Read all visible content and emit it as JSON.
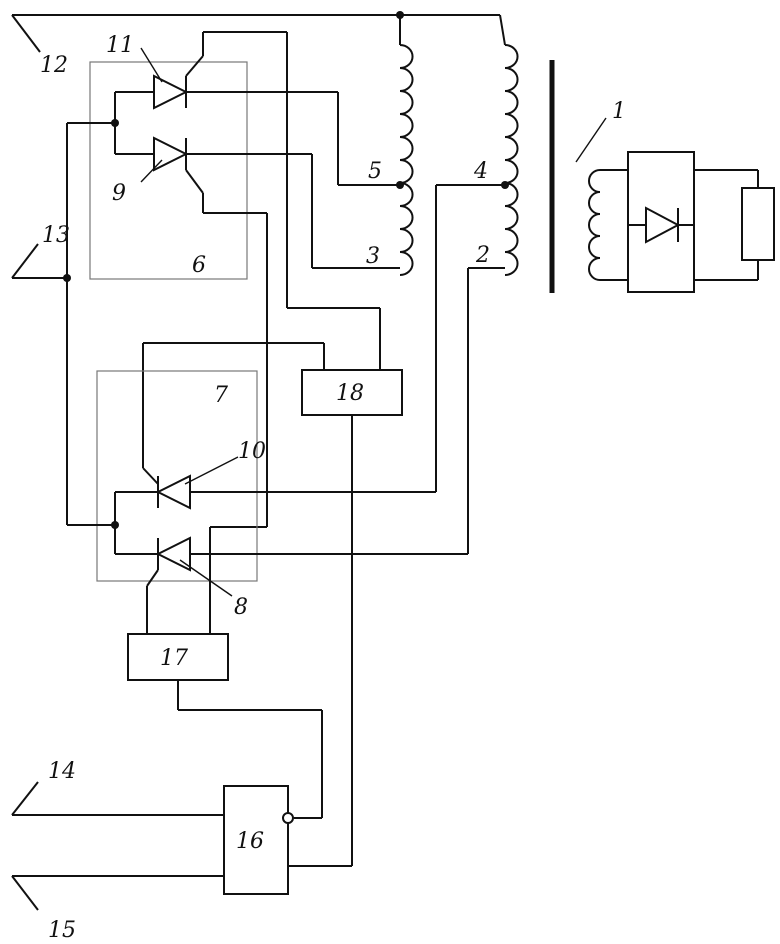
{
  "labels": {
    "n1": "1",
    "n2": "2",
    "n3": "3",
    "n4": "4",
    "n5": "5",
    "n6": "6",
    "n7": "7",
    "n8": "8",
    "n9": "9",
    "n10": "10",
    "n11": "11",
    "n12": "12",
    "n13": "13",
    "n14": "14",
    "n15": "15",
    "n16": "16",
    "n17": "17",
    "n18": "18"
  }
}
